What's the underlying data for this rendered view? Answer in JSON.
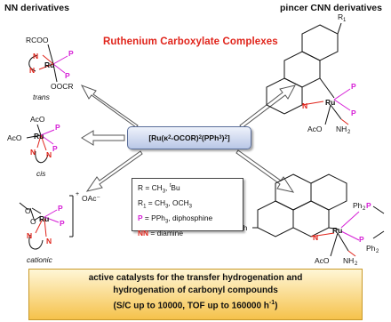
{
  "headers": {
    "left": "NN derivatives",
    "right": "pincer CNN derivatives"
  },
  "title": "Ruthenium Carboxylate Complexes",
  "center_complex": {
    "prefix": "[Ru(κ",
    "sup": "2",
    "middle": "-OCOR)",
    "sub2": "2",
    "suffix": "(PPh",
    "sub3": "3",
    "end": ")",
    "sub2b": "2",
    "close": "]"
  },
  "legend": {
    "r": "R = CH",
    "r_sub": "3",
    "r_tail": ", ",
    "r_tbu_sup": "t",
    "r_tbu": "Bu",
    "r1": "R",
    "r1_sub": "1",
    "r1_tail": " = CH",
    "r1_sub2": "3",
    "r1_end": ", OCH",
    "r1_sub3": "3",
    "p_key": "P",
    "p_val": " = PPh",
    "p_sub": "3",
    "p_tail": ", diphosphine",
    "nn_key": "NN",
    "nn_val": " = diamine"
  },
  "structure_labels": {
    "trans": "trans",
    "cis": "cis",
    "cationic": "cationic",
    "oac": "OAc⁻",
    "rcoo": "RCOO",
    "ocor": "OOCR",
    "aco": "AcO",
    "acO": "AcO",
    "ru": "Ru",
    "p": "P",
    "n": "N",
    "nh2": "NH",
    "nh2_sub": "2",
    "r1_label": "R",
    "r1_sub": "1",
    "ph": "Ph",
    "ph2p": "Ph",
    "ph2_sub": "2",
    "p_letter": "P",
    "ph2b": "Ph",
    "ph2b_sub": "2",
    "plus": "+"
  },
  "banner": {
    "line1": "active catalysts for the transfer hydrogenation and",
    "line2": "hydrogenation of carbonyl compounds",
    "line3a": "(S/C up to 10000, TOF up to 160000 h",
    "line3sup": "-1",
    "line3b": ")"
  },
  "colors": {
    "phosphorus": "#d61fd6",
    "nitrogen": "#e0241b",
    "title": "#e0241b"
  }
}
